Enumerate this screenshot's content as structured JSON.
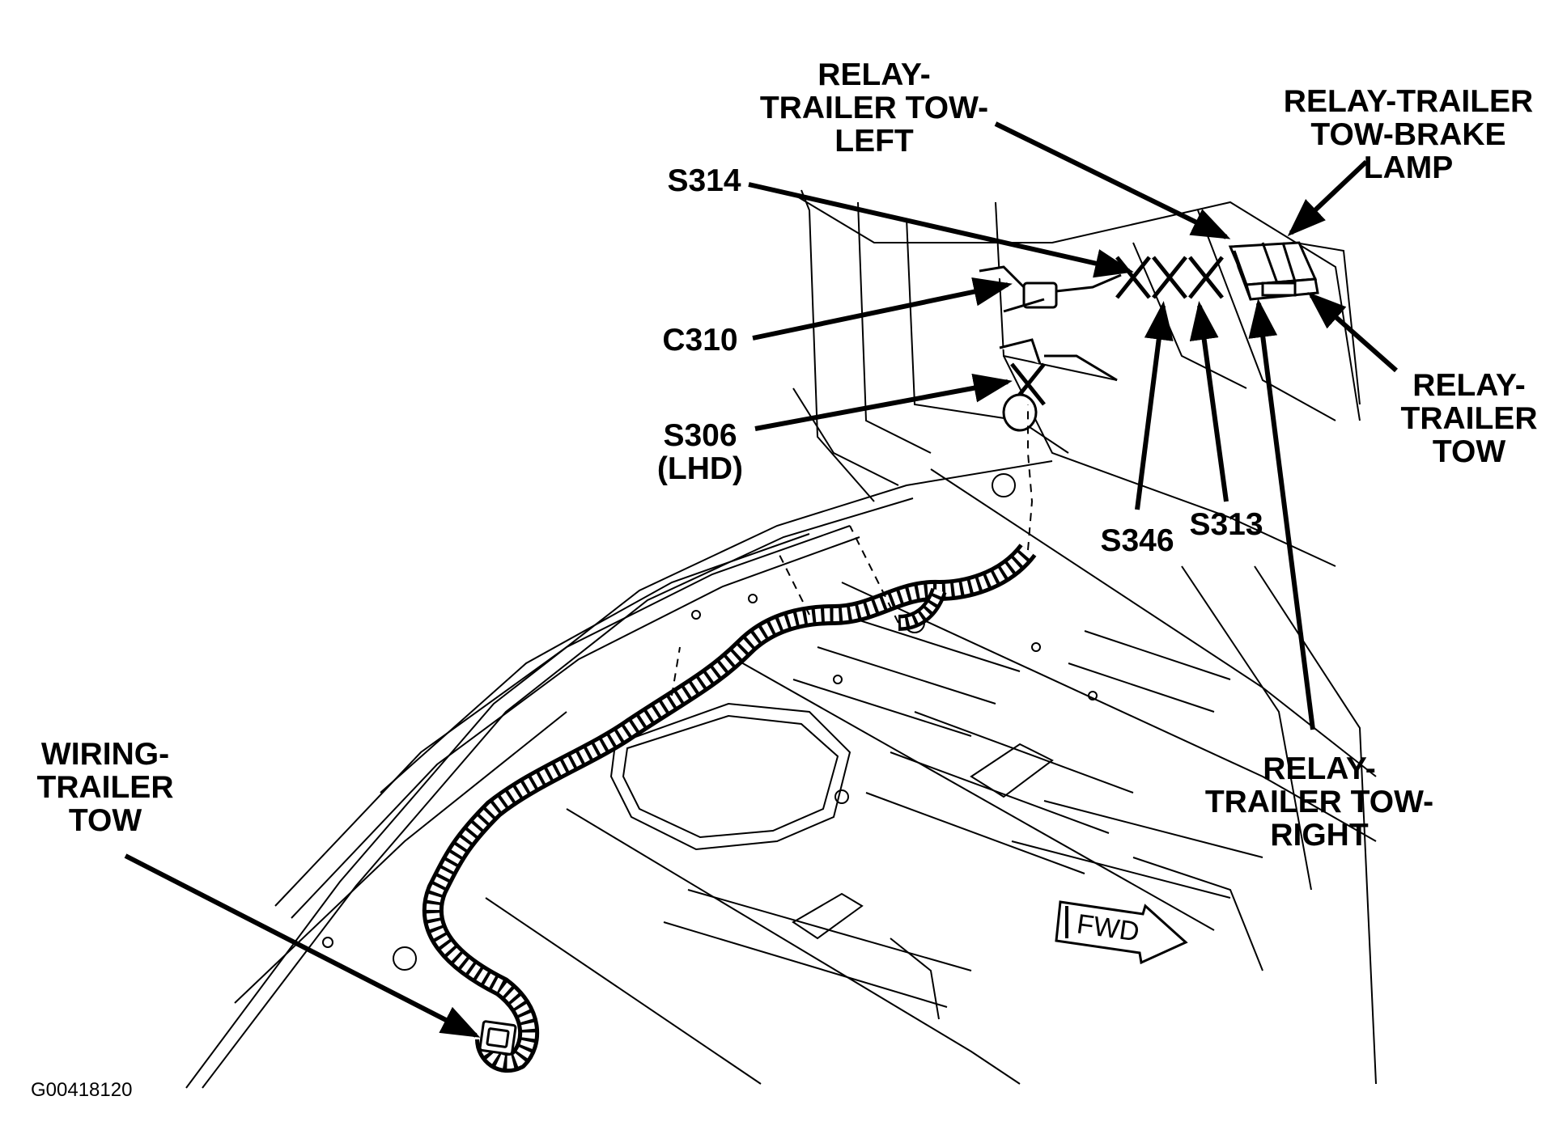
{
  "figure_code": "G00418120",
  "fwd_label": "FWD",
  "callouts": {
    "relay_left": [
      "RELAY-",
      "TRAILER TOW-",
      "LEFT"
    ],
    "relay_brake": [
      "RELAY-TRAILER",
      "TOW-BRAKE",
      "LAMP"
    ],
    "s314": [
      "S314"
    ],
    "c310": [
      "C310"
    ],
    "s306": [
      "S306",
      "(LHD)"
    ],
    "relay_tow": [
      "RELAY-",
      "TRAILER",
      "TOW"
    ],
    "s346": [
      "S346"
    ],
    "s313": [
      "S313"
    ],
    "relay_right": [
      "RELAY-",
      "TRAILER TOW-",
      "RIGHT"
    ],
    "wiring": [
      "WIRING-",
      "TRAILER",
      "TOW"
    ]
  }
}
